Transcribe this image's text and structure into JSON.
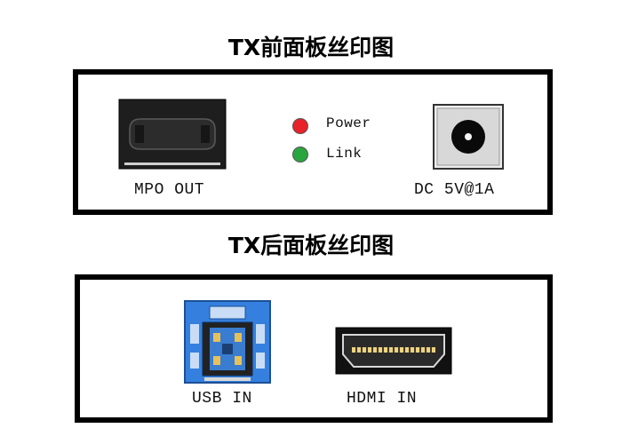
{
  "front": {
    "title": "TX前面板丝印图",
    "mpo_label": "MPO OUT",
    "leds": [
      {
        "label": "Power",
        "color": "#e8222a"
      },
      {
        "label": "Link",
        "color": "#2aa63f"
      }
    ],
    "dc_label": "DC 5V@1A"
  },
  "rear": {
    "title": "TX后面板丝印图",
    "usb_label": "USB IN",
    "hdmi_label": "HDMI IN"
  },
  "colors": {
    "border": "#000000",
    "usb_blue": "#2f7ad9",
    "gold": "#e6c15a"
  }
}
